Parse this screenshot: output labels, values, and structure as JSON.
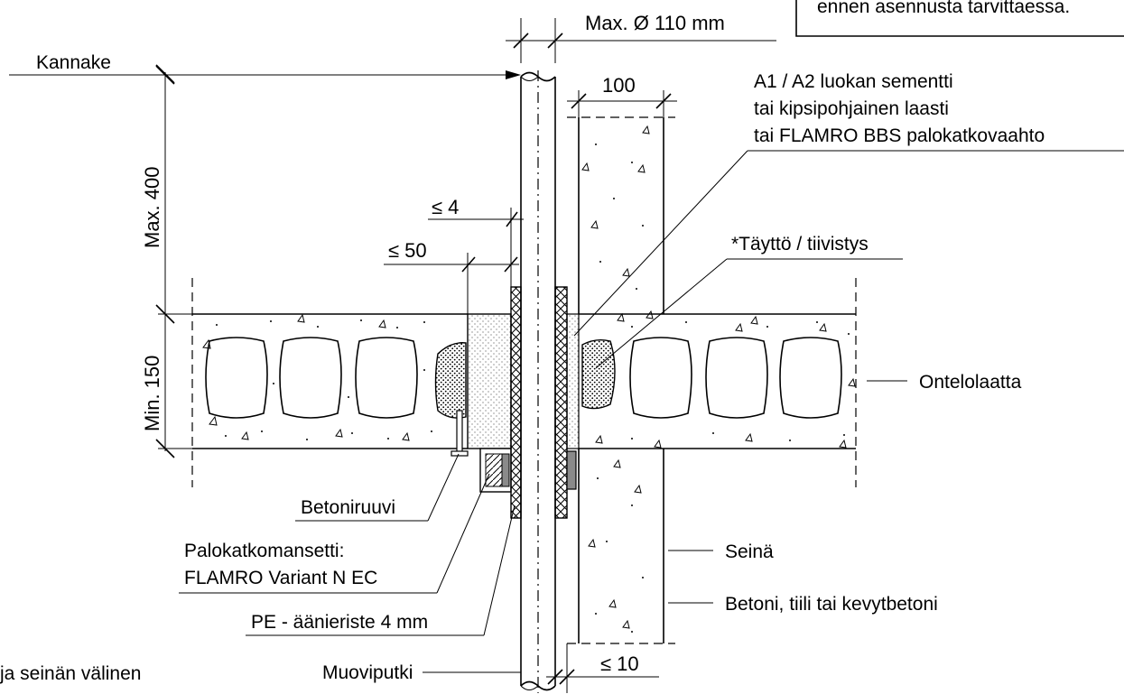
{
  "note": {
    "text": "ennen asennusta tarvittaessa."
  },
  "dimensions": {
    "pipe_diameter": "Max. Ø 110 mm",
    "wall_thickness": "100",
    "gap_pipe": "≤ 4",
    "gap_collar": "≤ 50",
    "bracket_height": "Max. 400",
    "slab_height": "Min. 150",
    "wall_gap": "≤ 10"
  },
  "labels": {
    "kannake": "Kannake",
    "mortar_line1": "A1 / A2 luokan sementti",
    "mortar_line2": "tai kipsipohjainen laasti",
    "mortar_line3": "tai FLAMRO BBS palokatkovaahto",
    "filling": "*Täyttö / tiivistys",
    "slab": "Ontelolaatta",
    "screw": "Betoniruuvi",
    "collar_line1": "Palokatkomansetti:",
    "collar_line2": "FLAMRO Variant N EC",
    "insulation": "PE - äänieriste 4 mm",
    "wall": "Seinä",
    "wall_material": "Betoni, tiili tai kevytbetoni",
    "pipe": "Muoviputki",
    "footnote": "ja seinän välinen"
  },
  "colors": {
    "line": "#000000",
    "background": "#ffffff",
    "collar_fill": "#8a8a8a"
  }
}
